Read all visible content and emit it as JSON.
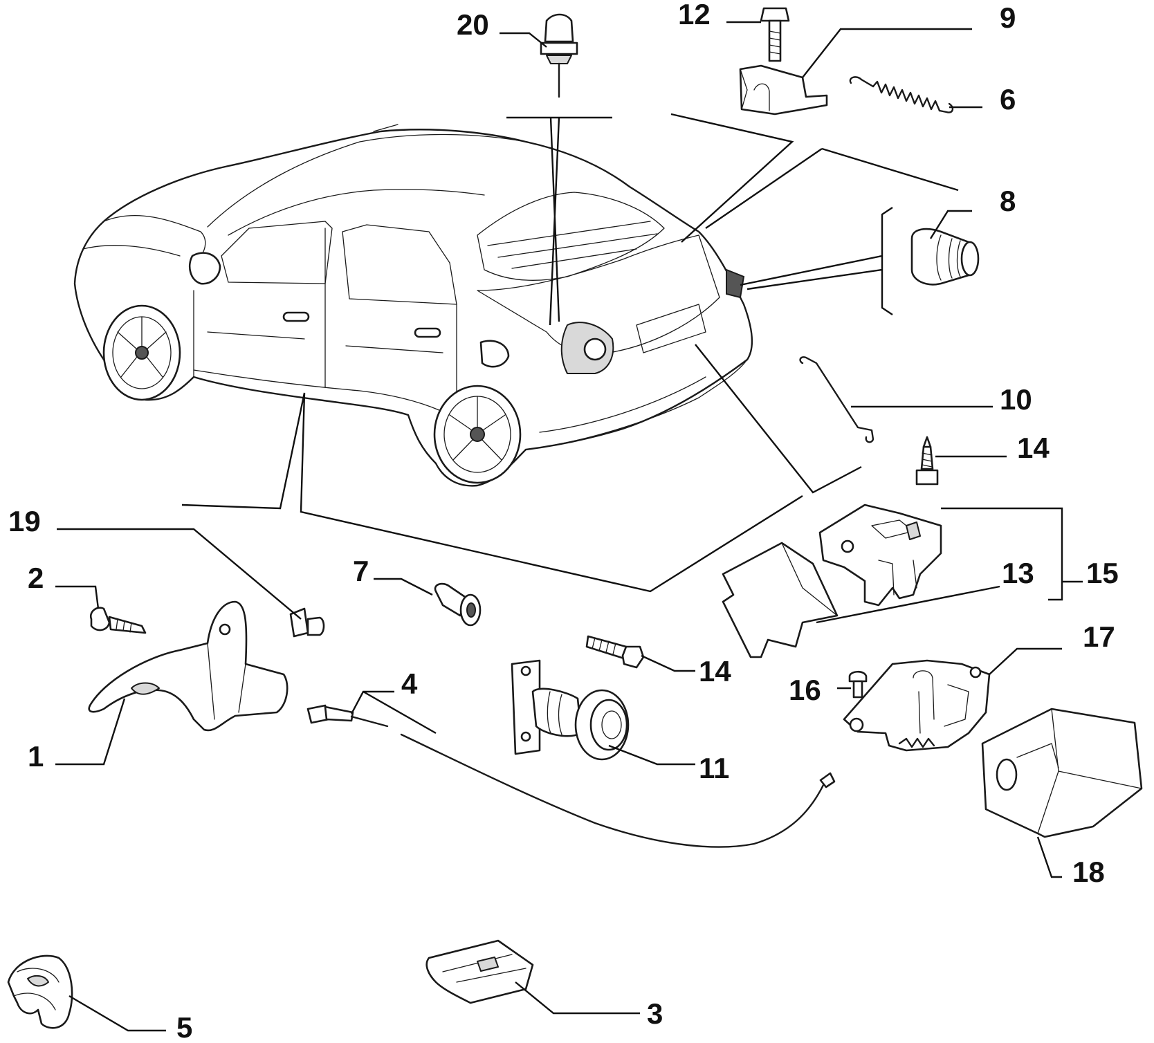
{
  "diagram": {
    "callouts": [
      {
        "id": "20",
        "label": "20"
      },
      {
        "id": "12",
        "label": "12"
      },
      {
        "id": "9",
        "label": "9"
      },
      {
        "id": "6",
        "label": "6"
      },
      {
        "id": "8",
        "label": "8"
      },
      {
        "id": "10",
        "label": "10"
      },
      {
        "id": "14a",
        "label": "14"
      },
      {
        "id": "19",
        "label": "19"
      },
      {
        "id": "2",
        "label": "2"
      },
      {
        "id": "7",
        "label": "7"
      },
      {
        "id": "13",
        "label": "13"
      },
      {
        "id": "15",
        "label": "15"
      },
      {
        "id": "14b",
        "label": "14"
      },
      {
        "id": "4",
        "label": "4"
      },
      {
        "id": "16",
        "label": "16"
      },
      {
        "id": "17",
        "label": "17"
      },
      {
        "id": "1",
        "label": "1"
      },
      {
        "id": "11",
        "label": "11"
      },
      {
        "id": "18",
        "label": "18"
      },
      {
        "id": "5",
        "label": "5"
      },
      {
        "id": "3",
        "label": "3"
      }
    ]
  }
}
